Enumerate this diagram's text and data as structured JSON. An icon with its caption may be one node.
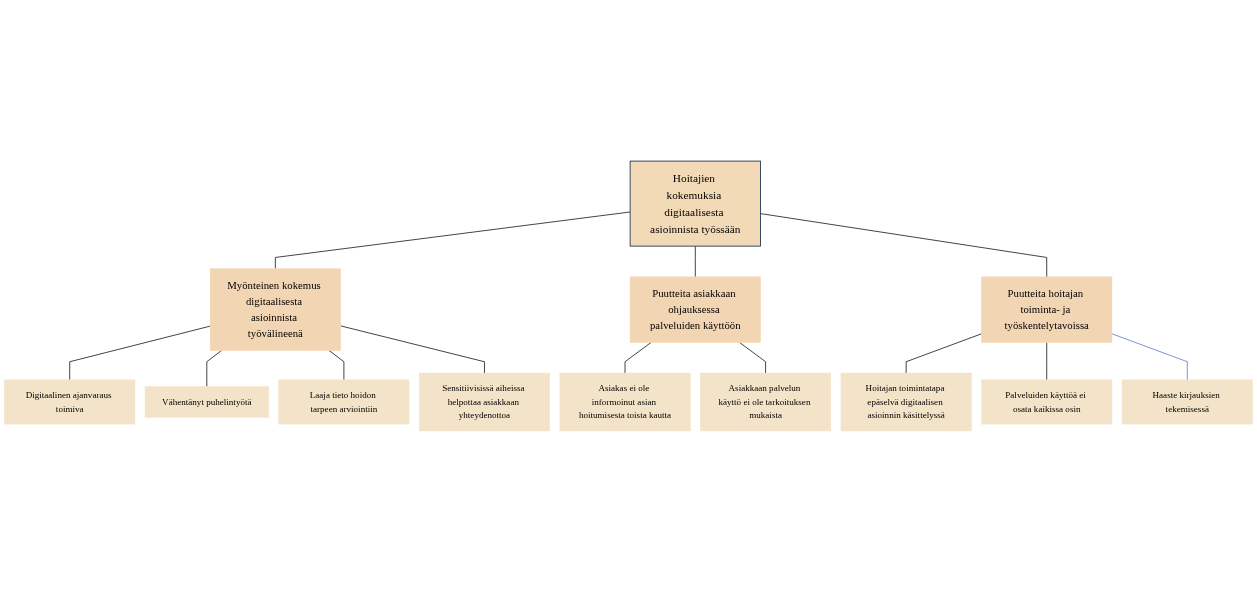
{
  "diagram": {
    "nodes": [
      {
        "text": [
          "Hoitajien kokemuksia digitaalisesta asioinnista työssään"
        ]
      },
      {
        "text": [
          "Myönteinen kokemus digitaalisesta asioinnista työvälineenä"
        ]
      },
      {
        "text": [
          "Puutteita asiakkaan ohjauksessa palveluiden käyttöön"
        ]
      },
      {
        "text": [
          "Puutteita hoitajan toiminta- ja työskentelytavoissa"
        ]
      },
      {
        "text": [
          "Digitaalinen ajanvaraus toimiva"
        ]
      },
      {
        "text": [
          "Vähentänyt puhelintyötä"
        ]
      },
      {
        "text": [
          "Laaja tieto hoidon tarpeen arviointiin"
        ]
      },
      {
        "text": [
          "Sensitiivisissä aiheissa helpottaa asiakkaan yhteydenottoa"
        ]
      },
      {
        "text": [
          "Asiakas ei ole informoinut asian hoitumisesta toista kautta"
        ]
      },
      {
        "text": [
          "Asiakkaan palvelun käyttö ei ole tarkoituksen mukaista"
        ]
      },
      {
        "text": [
          "Hoitajan toimintatapa epäselvä digitaalisen asioinnin käsittelyssä"
        ]
      },
      {
        "text": [
          "Palveluiden käyttöä ei osata kaikissa osin"
        ]
      },
      {
        "text": [
          "Haaste kirjauksien tekemisessä"
        ]
      }
    ],
    "edges": [
      {
        "from": 0,
        "to": 1,
        "arrow": "none"
      },
      {
        "from": 0,
        "to": 2,
        "arrow": "none"
      },
      {
        "from": 0,
        "to": 3,
        "arrow": "none"
      },
      {
        "from": 1,
        "to": 4,
        "arrow": "none"
      },
      {
        "from": 1,
        "to": 5,
        "arrow": "none"
      },
      {
        "from": 1,
        "to": 6,
        "arrow": "none"
      },
      {
        "from": 1,
        "to": 7,
        "arrow": "none"
      },
      {
        "from": 2,
        "to": 8,
        "arrow": "none"
      },
      {
        "from": 2,
        "to": 9,
        "arrow": "none"
      },
      {
        "from": 3,
        "to": 10,
        "arrow": "none"
      },
      {
        "from": 3,
        "to": 11,
        "arrow": "none"
      },
      {
        "from": 3,
        "to": 12,
        "arrow": "none",
        "color": "#4472c4"
      }
    ]
  }
}
